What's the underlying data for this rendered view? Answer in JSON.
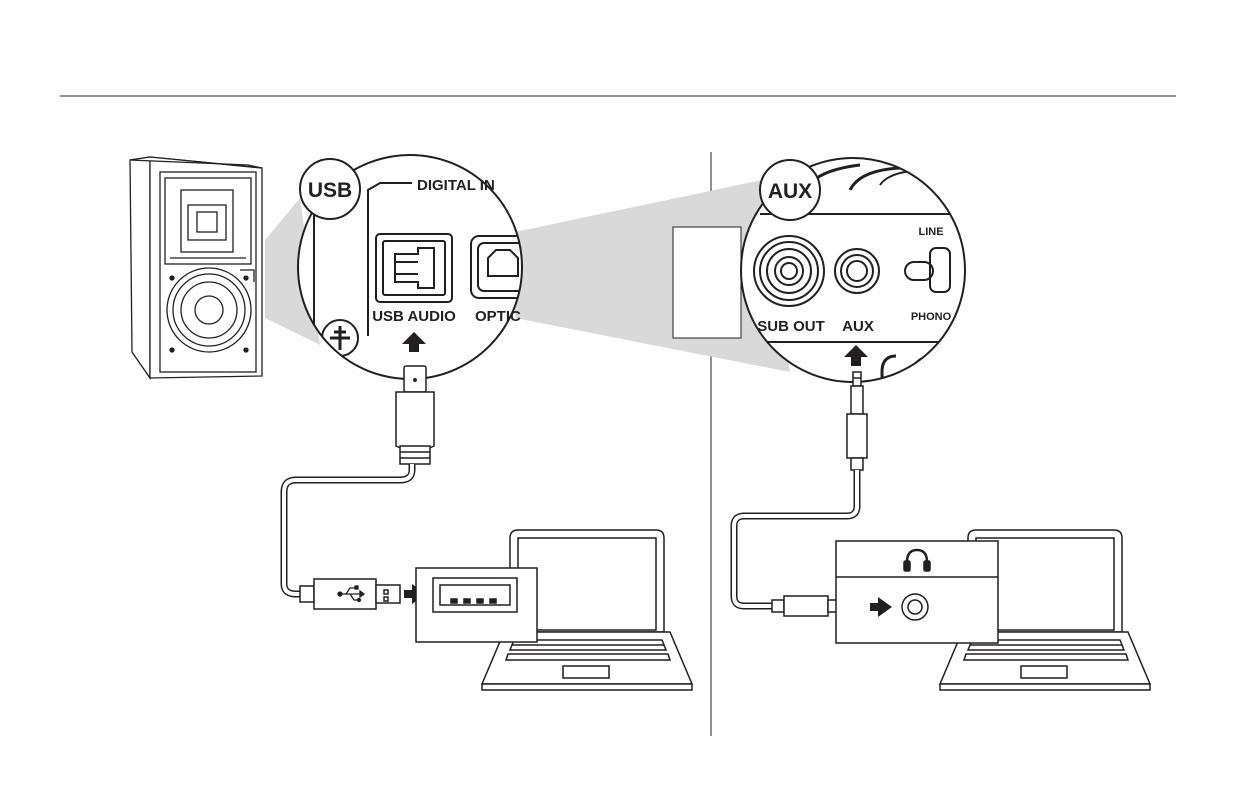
{
  "usb_panel": {
    "badge": "USB",
    "section_label": "DIGITAL IN",
    "port_label": "USB AUDIO",
    "cut_label": "OPTIC"
  },
  "aux_panel": {
    "badge": "AUX",
    "sub_out_label": "SUB OUT",
    "aux_label": "AUX",
    "switch_top_label": "LINE",
    "switch_bottom_label": "PHONO"
  },
  "icons": {
    "usb_symbol": "usb-trident-icon",
    "headphone": "headphones-icon",
    "arrow": "arrow-icon"
  },
  "colors": {
    "line": "#231f20",
    "zoom_fill": "#d9d9d9",
    "divider": "#231f20"
  }
}
